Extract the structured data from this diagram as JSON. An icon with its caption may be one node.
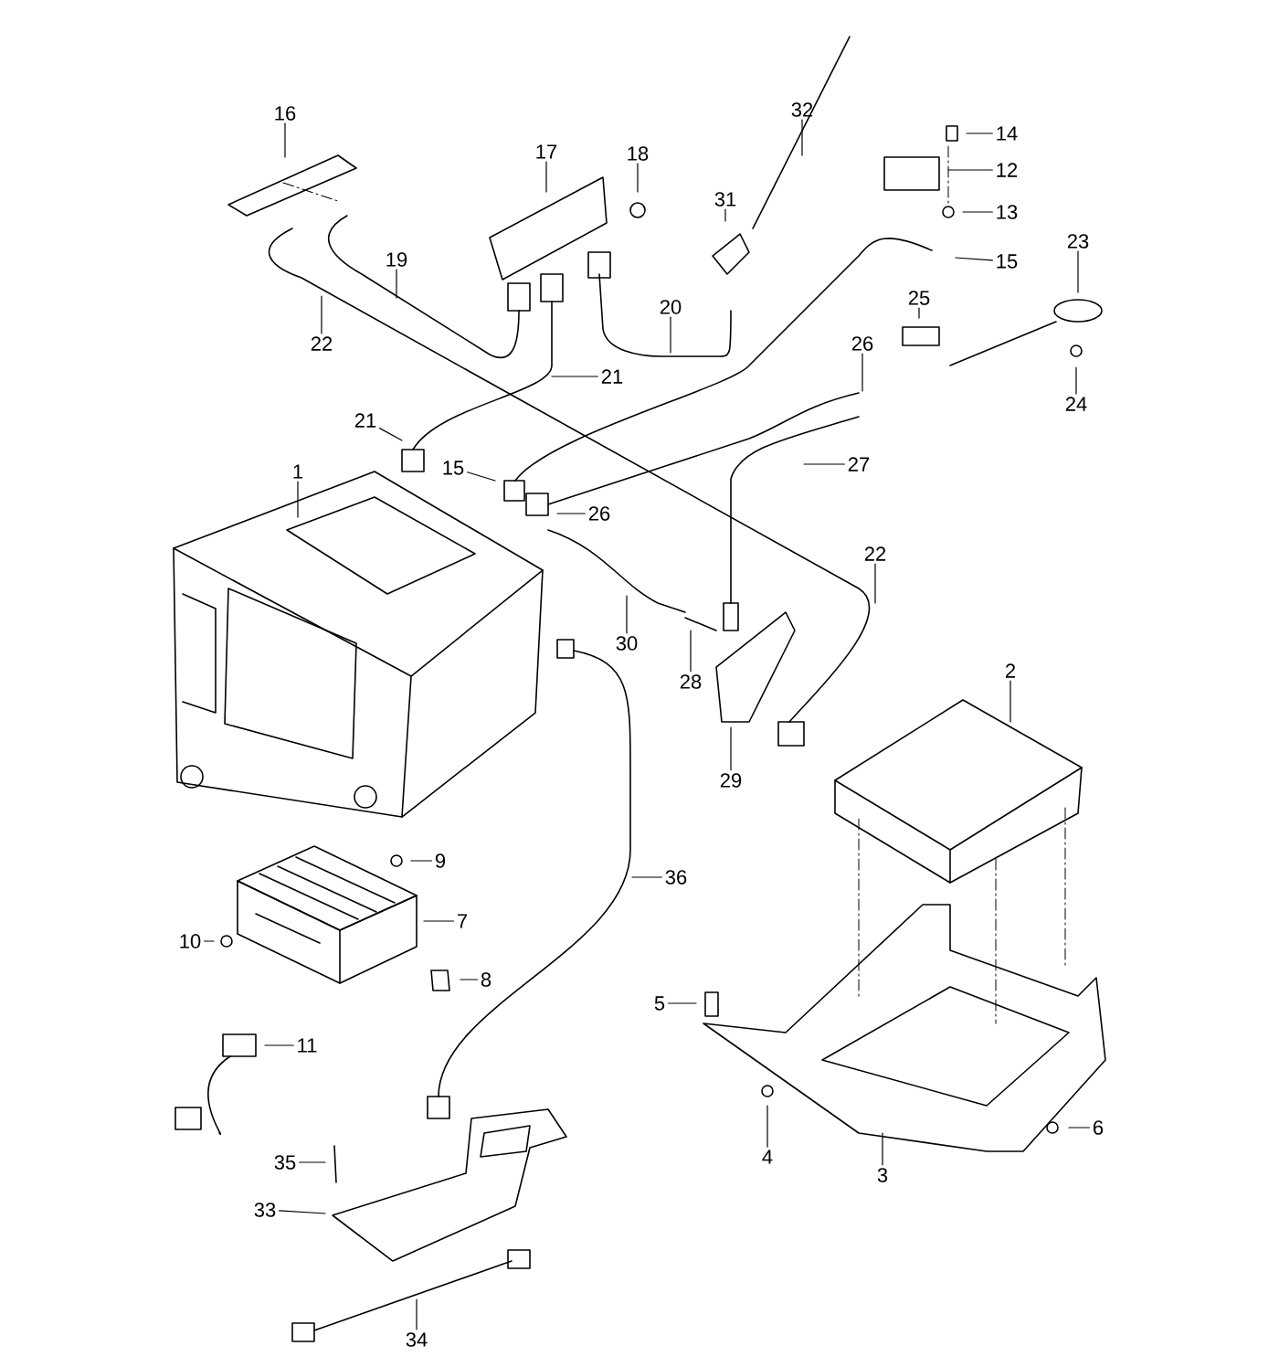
{
  "diagram": {
    "nodes": [
      {
        "text": [
          "32"
        ]
      },
      {
        "text": [
          "16"
        ]
      },
      {
        "text": [
          "14"
        ]
      },
      {
        "text": [
          "17"
        ]
      },
      {
        "text": [
          "18"
        ]
      },
      {
        "text": [
          "12"
        ]
      },
      {
        "text": [
          "31"
        ]
      },
      {
        "text": [
          "13"
        ]
      },
      {
        "text": [
          "23"
        ]
      },
      {
        "text": [
          "15"
        ]
      },
      {
        "text": [
          "19"
        ]
      },
      {
        "text": [
          "25"
        ]
      },
      {
        "text": [
          "20"
        ]
      },
      {
        "text": [
          "22"
        ]
      },
      {
        "text": [
          "26"
        ]
      },
      {
        "text": [
          "21"
        ]
      },
      {
        "text": [
          "24"
        ]
      },
      {
        "text": [
          "21"
        ]
      },
      {
        "text": [
          "27"
        ]
      },
      {
        "text": [
          "15"
        ]
      },
      {
        "text": [
          "26"
        ]
      },
      {
        "text": [
          "1"
        ]
      },
      {
        "text": [
          "22"
        ]
      },
      {
        "text": [
          "30"
        ]
      },
      {
        "text": [
          "28"
        ]
      },
      {
        "text": [
          "2"
        ]
      },
      {
        "text": [
          "29"
        ]
      },
      {
        "text": [
          "9"
        ]
      },
      {
        "text": [
          "36"
        ]
      },
      {
        "text": [
          "7"
        ]
      },
      {
        "text": [
          "10"
        ]
      },
      {
        "text": [
          "8"
        ]
      },
      {
        "text": [
          "5"
        ]
      },
      {
        "text": [
          "11"
        ]
      },
      {
        "text": [
          "6"
        ]
      },
      {
        "text": [
          "35"
        ]
      },
      {
        "text": [
          "4"
        ]
      },
      {
        "text": [
          "3"
        ]
      },
      {
        "text": [
          "33"
        ]
      },
      {
        "text": [
          "34"
        ]
      }
    ],
    "edges": [
      {
        "from": 0,
        "to": null,
        "arrow": "none"
      },
      {
        "from": 1,
        "to": null,
        "arrow": "none"
      },
      {
        "from": 2,
        "to": null,
        "arrow": "none"
      },
      {
        "from": 3,
        "to": null,
        "arrow": "none"
      },
      {
        "from": 4,
        "to": null,
        "arrow": "none"
      },
      {
        "from": 5,
        "to": null,
        "arrow": "none"
      },
      {
        "from": 6,
        "to": null,
        "arrow": "none"
      },
      {
        "from": 7,
        "to": null,
        "arrow": "none"
      },
      {
        "from": 8,
        "to": null,
        "arrow": "none"
      },
      {
        "from": 9,
        "to": null,
        "arrow": "none"
      },
      {
        "from": 10,
        "to": null,
        "arrow": "none"
      },
      {
        "from": 11,
        "to": null,
        "arrow": "none"
      },
      {
        "from": 12,
        "to": null,
        "arrow": "none"
      },
      {
        "from": 13,
        "to": null,
        "arrow": "none"
      },
      {
        "from": 14,
        "to": null,
        "arrow": "none"
      },
      {
        "from": 15,
        "to": null,
        "arrow": "none"
      },
      {
        "from": 16,
        "to": null,
        "arrow": "none"
      },
      {
        "from": 17,
        "to": null,
        "arrow": "none"
      },
      {
        "from": 18,
        "to": null,
        "arrow": "none"
      },
      {
        "from": 19,
        "to": null,
        "arrow": "none"
      },
      {
        "from": 20,
        "to": null,
        "arrow": "none"
      },
      {
        "from": 21,
        "to": null,
        "arrow": "none"
      },
      {
        "from": 22,
        "to": null,
        "arrow": "none"
      },
      {
        "from": 23,
        "to": null,
        "arrow": "none"
      },
      {
        "from": 24,
        "to": null,
        "arrow": "none"
      },
      {
        "from": 25,
        "to": null,
        "arrow": "none"
      },
      {
        "from": 26,
        "to": null,
        "arrow": "none"
      },
      {
        "from": 27,
        "to": null,
        "arrow": "none"
      },
      {
        "from": 28,
        "to": null,
        "arrow": "none"
      },
      {
        "from": 29,
        "to": null,
        "arrow": "none"
      },
      {
        "from": 30,
        "to": null,
        "arrow": "none"
      },
      {
        "from": 31,
        "to": null,
        "arrow": "none"
      },
      {
        "from": 32,
        "to": null,
        "arrow": "none"
      },
      {
        "from": 33,
        "to": null,
        "arrow": "none"
      },
      {
        "from": 34,
        "to": null,
        "arrow": "none"
      },
      {
        "from": 35,
        "to": null,
        "arrow": "none"
      },
      {
        "from": 36,
        "to": null,
        "arrow": "none"
      },
      {
        "from": 37,
        "to": null,
        "arrow": "none"
      },
      {
        "from": 38,
        "to": null,
        "arrow": "none"
      },
      {
        "from": 39,
        "to": null,
        "arrow": "none"
      }
    ]
  }
}
